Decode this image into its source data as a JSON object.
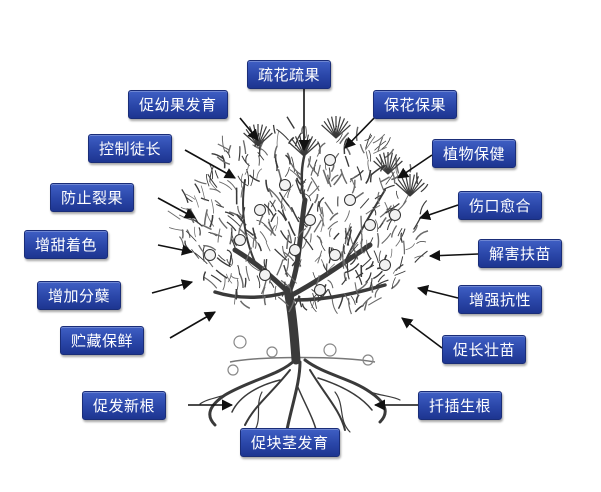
{
  "labels": {
    "top": "疏花疏果",
    "young_fruit": "促幼果发育",
    "preserve_flower": "保花保果",
    "control_growth": "控制徒长",
    "plant_protect": "植物保健",
    "prevent_crack": "防止裂果",
    "wound_heal": "伤口愈合",
    "sweet_color": "增甜着色",
    "relieve_damage": "解害扶苗",
    "tillering": "增加分蘖",
    "resistance": "增强抗性",
    "storage": "贮藏保鲜",
    "strong_seedling": "促长壮苗",
    "root": "促发新根",
    "cutting_root": "扦插生根",
    "tuber": "促块茎发育"
  },
  "colors": {
    "label_bg": "#2a46a8",
    "label_text": "#ffffff",
    "arrow": "#111111",
    "tree": "#3a3a3a"
  }
}
